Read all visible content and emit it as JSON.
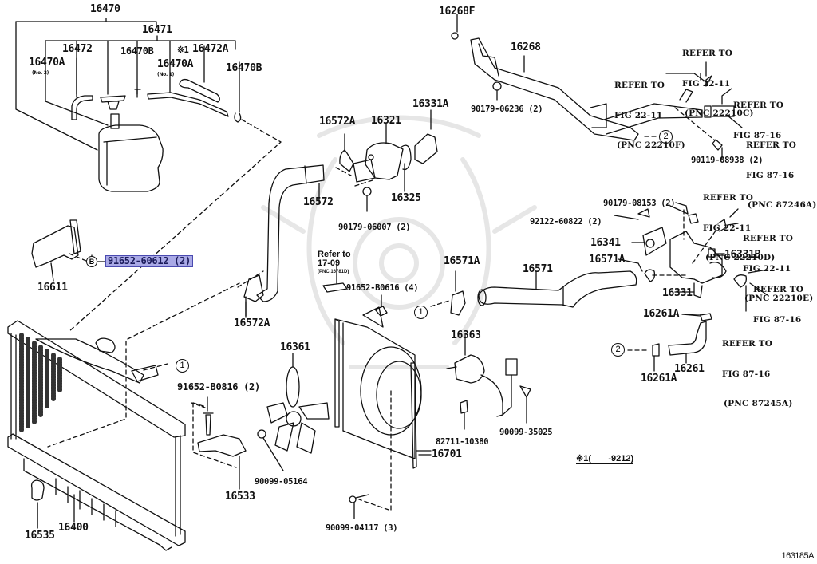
{
  "diagram": {
    "title": "Radiator & Water Outlet parts diagram",
    "figure_id": "163185A",
    "highlight_color": "#a9a9e6",
    "highlighted_part": "91652-60612 (2)",
    "footnote": "※1(       -9212)",
    "reservoir_group": {
      "assembly": "16470",
      "sub_assembly": "16471",
      "parts": {
        "hose_no2": "16470A",
        "hose_no2_note": "(No. 2)",
        "cap": "16472",
        "clip_a": "16470B",
        "hose_no1": "16470A",
        "hose_no1_note": "(No. 1)",
        "hose_472a_mark": "※1",
        "hose_472a": "16472A",
        "clip_b": "16470B"
      }
    },
    "bracket": {
      "part": "16611",
      "bolt_marker": "B",
      "bolt": "91652-60612 (2)"
    },
    "radiator": {
      "radiator": "16400",
      "cushion": "16535",
      "bracket": "16533",
      "bracket_bolt": "91652-B0816 (2)",
      "connector_marker": "1"
    },
    "upper_hose": {
      "hose": "16572",
      "clamp_top": "16572A",
      "clamp_bottom": "16572A"
    },
    "thermostat": {
      "inlet": "16321",
      "gasket": "16325",
      "thermostat": "16331A",
      "nut": "90179-06007 (2)"
    },
    "refer_17": {
      "line1": "Refer to",
      "line2": "17-09",
      "pnc": "(PNC 16781D)"
    },
    "fan": {
      "shroud_bolt": "91652-B0616 (4)",
      "fan": "16361",
      "motor": "16363",
      "shroud": "16701",
      "clamp": "82711-10380",
      "grommet": "90099-35025",
      "nut": "90099-05164",
      "screw": "90099-04117 (3)"
    },
    "bypass_pipe": {
      "plug": "16268F",
      "pipe": "16268",
      "nut": "90179-06236 (2)",
      "bolt": "90119-08938 (2)",
      "connector_marker": "2",
      "refer_c": [
        "REFER TO",
        "FIG 22-11",
        "(PNC 22210C)"
      ],
      "refer_f": [
        "REFER TO",
        "FIG 22-11",
        "(PNC 22210F)"
      ],
      "refer_87_16_a": [
        "REFER TO",
        "FIG 87-16"
      ],
      "refer_87246a": [
        "REFER TO",
        "FIG 87-16",
        "(PNC 87246A)"
      ]
    },
    "water_outlet": {
      "nut": "90179-08153 (2)",
      "stud": "92122-60822 (2)",
      "gasket": "16341",
      "clamp": "16571A",
      "outlet": "16331",
      "plug": "16331B",
      "refer_d": [
        "REFER TO",
        "FIG 22-11",
        "(PNC 22210D)"
      ],
      "refer_e": [
        "REFER TO",
        "FIG 22-11",
        "(PNC 22210E)"
      ],
      "refer_87_16_b": [
        "REFER TO",
        "FIG 87-16"
      ]
    },
    "lower_hose": {
      "hose": "16571",
      "clamp_left": "16571A"
    },
    "small_hose": {
      "hose": "16261",
      "clamp_top": "16261A",
      "clamp_bottom": "16261A",
      "connector_marker": "2",
      "refer_87245a": [
        "REFER TO",
        "FIG 87-16",
        "(PNC 87245A)"
      ]
    }
  }
}
